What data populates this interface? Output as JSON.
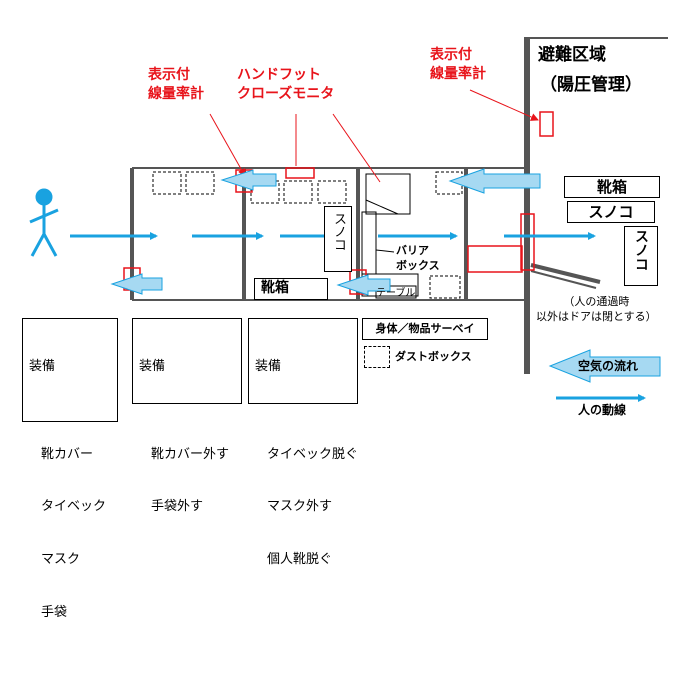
{
  "labels": {
    "dosimeter_left": "表示付\n線量率計",
    "hand_foot_monitor": "ハンドフット\nクローズモニタ",
    "dosimeter_right": "表示付\n線量率計",
    "evacuation_area": "避難区域",
    "positive_pressure": "（陽圧管理）",
    "shoe_box_right": "靴箱",
    "sunoko_right_h": "スノコ",
    "sunoko_right_v": "スノコ",
    "sunoko_mid_v": "スノコ",
    "barrier_box": "バリア\nボックス",
    "table": "テーブル",
    "shoe_box_mid": "靴箱",
    "door_note": "（人の通過時\n以外はドアは閉とする）",
    "survey": "身体／物品サーベイ",
    "dust_box": "ダストボックス",
    "air_flow": "空気の流れ",
    "person_flow": "人の動線"
  },
  "equipment": [
    {
      "title": "装備",
      "items": [
        "靴カバー",
        "タイベック",
        "マスク",
        "手袋"
      ]
    },
    {
      "title": "装備",
      "items": [
        "靴カバー外す",
        "手袋外す"
      ]
    },
    {
      "title": "装備",
      "items": [
        "タイベック脱ぐ",
        "マスク外す",
        "個人靴脱ぐ"
      ]
    }
  ],
  "colors": {
    "air_flow": "#a6d9f2",
    "person_flow": "#19a2e0",
    "annotation_red": "#e8141b",
    "wall": "#555555"
  }
}
